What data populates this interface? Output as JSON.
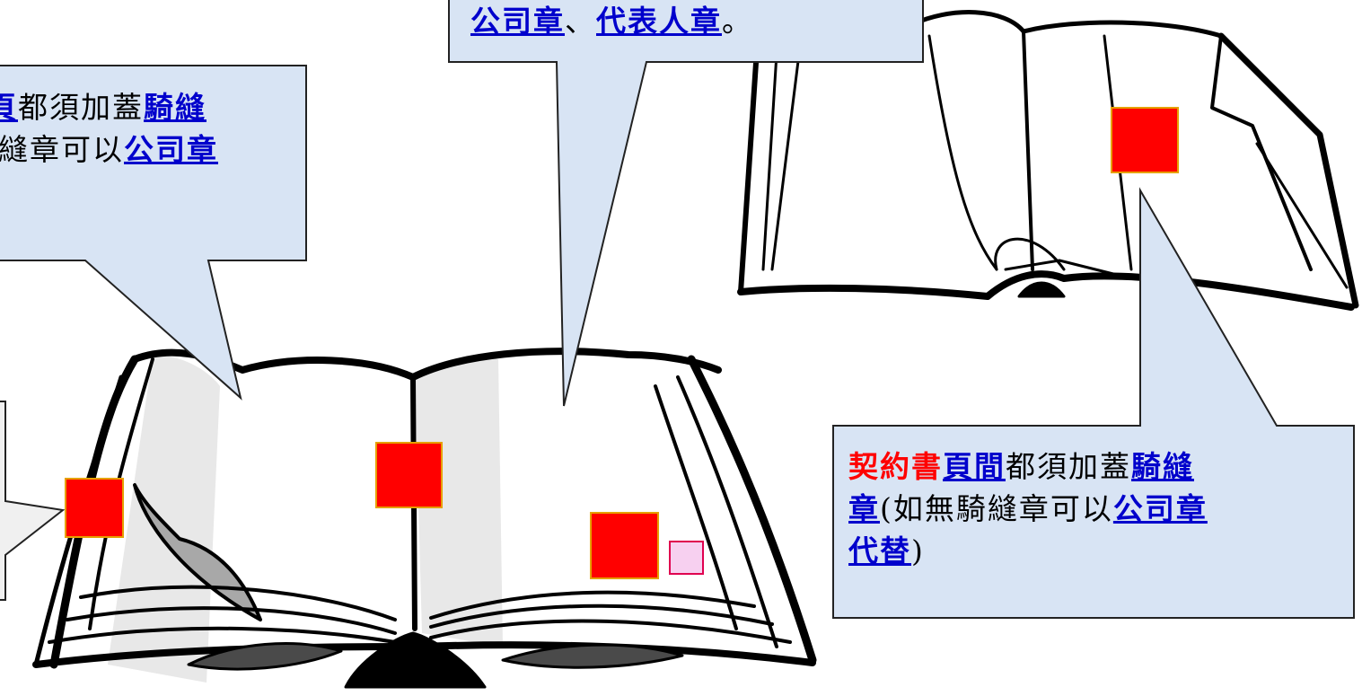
{
  "callouts": {
    "top_center": {
      "part1": "公司章",
      "sep": "、",
      "part2": "代表人章",
      "end": "。"
    },
    "top_left": {
      "line1_pre": "頁",
      "line1_mid": "都須加蓋",
      "line1_link": "騎縫",
      "line2_text": "縫章可以",
      "line2_link": "公司章"
    },
    "right": {
      "l1_red": "契約書",
      "l1_link": "頁間",
      "l1_text": "都須加蓋",
      "l1_link2": "騎縫",
      "l2_link": "章",
      "l2_text": "(如無騎縫章可以",
      "l2_link2": "公司章",
      "l3_link": "代替",
      "l3_end": ")"
    }
  },
  "colors": {
    "callout_fill": "#d8e4f4",
    "seal_red": "#ff0000",
    "link_blue": "#0000cc"
  }
}
